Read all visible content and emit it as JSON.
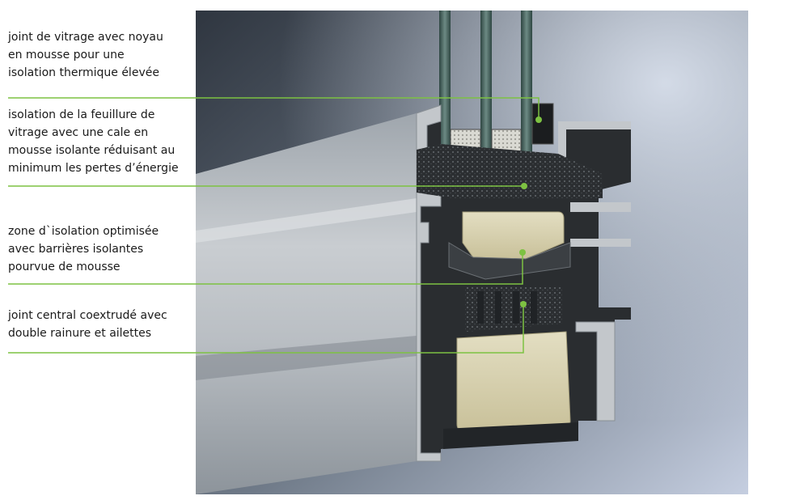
{
  "callouts": [
    {
      "text": "joint de vitrage avec noyau\nen mousse pour une\nisolation thermique élevée"
    },
    {
      "text": "isolation de la feuillure de\nvitrage avec une cale en\nmousse isolante réduisant au\nminimum les pertes d’énergie"
    },
    {
      "text": "zone d`isolation optimisée\navec barrières isolantes\npourvue de mousse"
    },
    {
      "text": "joint central coextrudé avec\ndouble rainure et ailettes"
    }
  ],
  "colors": {
    "leader_line": "#7dc242",
    "label_text": "#1a1a1a",
    "insulation_foam": "#d8d2b0",
    "glass": "#4a6460",
    "aluminium": "#c9ccd0"
  }
}
